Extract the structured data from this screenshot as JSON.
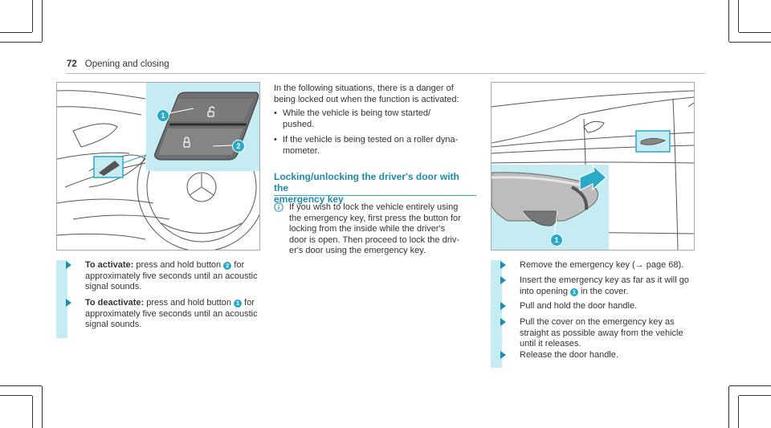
{
  "header": {
    "page_number": "72",
    "section_title": "Opening and closing"
  },
  "left_steps": [
    {
      "label": "To activate:",
      "before": " press and hold button ",
      "badge": "2",
      "after": " for",
      "line2": "approximately five seconds until an acoustic",
      "line3": "signal sounds."
    },
    {
      "label": "To deactivate:",
      "before": " press and hold button ",
      "badge": "1",
      "after": " for",
      "line2": "approximately five seconds until an acoustic",
      "line3": "signal sounds."
    }
  ],
  "figure1": {
    "callout_1": "1",
    "callout_2": "2"
  },
  "figure2": {
    "callout_1": "1"
  },
  "middle": {
    "intro_line1": "In the following situations, there is a danger of",
    "intro_line2": "being locked out when the function is activated:",
    "bullets": [
      {
        "line1": "While the vehicle is being tow started/",
        "line2": "pushed."
      },
      {
        "line1": "If the vehicle is being tested on a roller dyna-",
        "line2": "mometer."
      }
    ],
    "section_line1": "Locking/unlocking the driver's door with the",
    "section_line2": "emergency key",
    "note_lines": [
      "If you wish to lock the vehicle entirely using",
      "the emergency key, first press the button for",
      "locking from the inside while the driver's",
      "door is open. Then proceed to lock the driv-",
      "er's door using the emergency key."
    ]
  },
  "right_steps": [
    {
      "line1": "Remove the emergency key (→ page 68)."
    },
    {
      "line1a": "Insert the emergency key as far as it will go",
      "line2a": "into opening ",
      "badge": "1",
      "line2b": " in the cover."
    },
    {
      "line1": "Pull and hold the door handle."
    },
    {
      "line1": "Pull the cover on the emergency key as",
      "line2": "straight as possible away from the vehicle",
      "line3": "until it releases."
    },
    {
      "line1": "Release the door handle."
    }
  ]
}
